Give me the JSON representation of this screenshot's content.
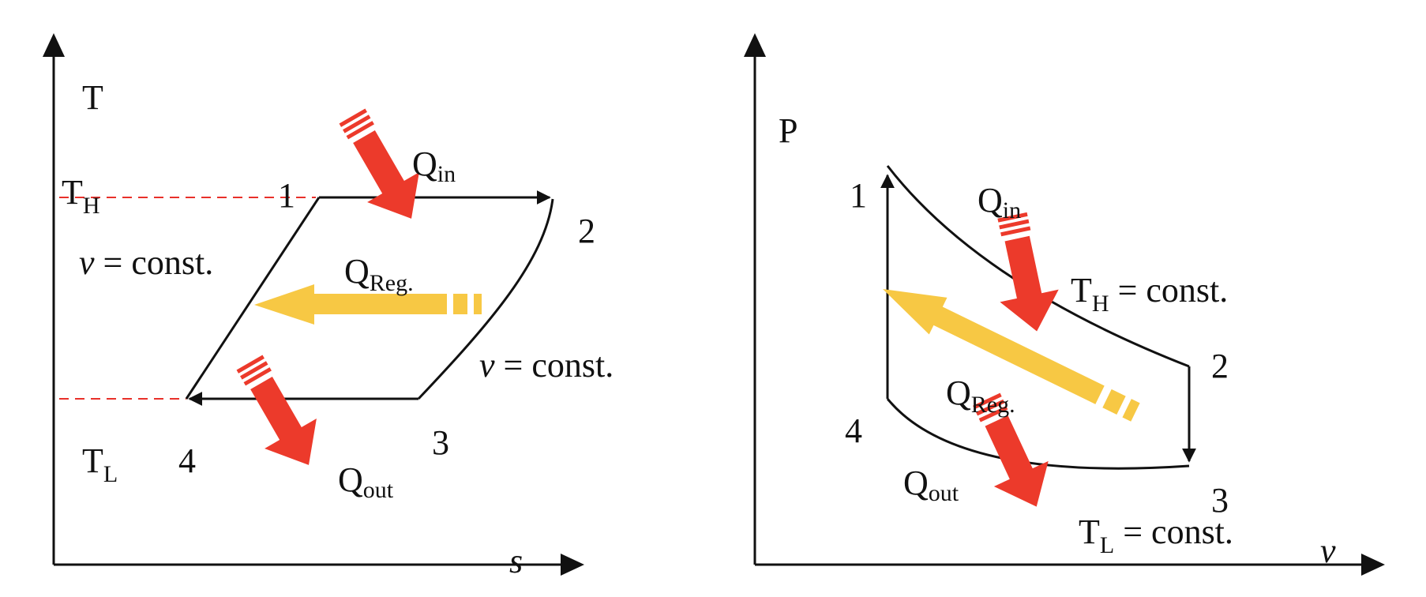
{
  "colors": {
    "line": "#111111",
    "heat_arrow": "#ec3a2b",
    "regen_arrow": "#f7c844",
    "reference_dash": "#e8302a",
    "background": "#ffffff"
  },
  "ts_diagram": {
    "y_axis_label": "T",
    "x_axis_label": "s",
    "t_high": {
      "main": "T",
      "sub": "H"
    },
    "t_low": {
      "main": "T",
      "sub": "L"
    },
    "states": [
      "1",
      "2",
      "3",
      "4"
    ],
    "v_const_left": {
      "var": "v",
      "text": " = const."
    },
    "v_const_right": {
      "var": "v",
      "text": " = const."
    },
    "q_in": {
      "main": "Q",
      "sub": "in"
    },
    "q_reg": {
      "main": "Q",
      "sub": "Reg."
    },
    "q_out": {
      "main": "Q",
      "sub": "out"
    }
  },
  "pv_diagram": {
    "y_axis_label": "P",
    "x_axis_label": "v",
    "states": [
      "1",
      "2",
      "3",
      "4"
    ],
    "t_high_const": {
      "main": "T",
      "sub": "H",
      "text": " = const."
    },
    "t_low_const": {
      "main": "T",
      "sub": "L",
      "text": " = const."
    },
    "q_in": {
      "main": "Q",
      "sub": "in"
    },
    "q_reg": {
      "main": "Q",
      "sub": "Reg."
    },
    "q_out": {
      "main": "Q",
      "sub": "out"
    }
  }
}
